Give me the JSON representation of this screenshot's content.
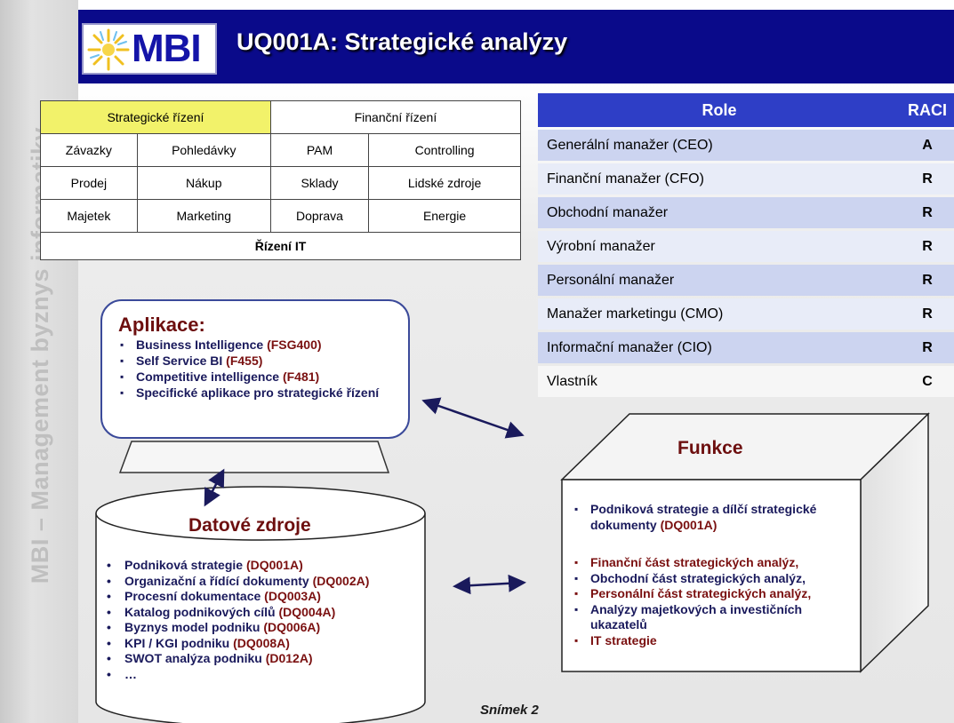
{
  "header": {
    "logo_text": "MBI",
    "title": "UQ001A: Strategické analýzy"
  },
  "sidebar": {
    "vertical_text": "MBI – Management byznys informatiky"
  },
  "process_table": {
    "row1": [
      "Strategické řízení",
      "Finanční řízení"
    ],
    "row2": [
      "Závazky",
      "Pohledávky",
      "PAM",
      "Controlling"
    ],
    "row3": [
      "Prodej",
      "Nákup",
      "Sklady",
      "Lidské zdroje"
    ],
    "row4": [
      "Majetek",
      "Marketing",
      "Doprava",
      "Energie"
    ],
    "row5": [
      "Řízení IT"
    ]
  },
  "raci": {
    "headers": [
      "Role",
      "RACI"
    ],
    "rows": [
      {
        "role": "Generální manažer (CEO)",
        "value": "A"
      },
      {
        "role": "Finanční manažer (CFO)",
        "value": "R"
      },
      {
        "role": "Obchodní manažer",
        "value": "R"
      },
      {
        "role": "Výrobní manažer",
        "value": "R"
      },
      {
        "role": "Personální manažer",
        "value": "R"
      },
      {
        "role": "Manažer marketingu (CMO)",
        "value": "R"
      },
      {
        "role": "Informační manažer (CIO)",
        "value": "R"
      },
      {
        "role": "Vlastník",
        "value": "C"
      }
    ]
  },
  "aplikace": {
    "title": "Aplikace:",
    "items": [
      {
        "text": "Business Intelligence ",
        "code": "(FSG400)"
      },
      {
        "text": "Self Service BI ",
        "code": "(F455)"
      },
      {
        "text": "Competitive intelligence ",
        "code": "(F481)"
      },
      {
        "text": "Specifické aplikace pro strategické řízení",
        "code": ""
      }
    ]
  },
  "datove_zdroje": {
    "title": "Datové zdroje",
    "items": [
      {
        "text": "Podniková strategie ",
        "code": "(DQ001A)"
      },
      {
        "text": "Organizační a řídící dokumenty ",
        "code": "(DQ002A)"
      },
      {
        "text": "Procesní dokumentace ",
        "code": "(DQ003A)"
      },
      {
        "text": "Katalog podnikových cílů ",
        "code": "(DQ004A)"
      },
      {
        "text": "Byznys model podniku ",
        "code": "(DQ006A)"
      },
      {
        "text": "KPI / KGI podniku ",
        "code": "(DQ008A)"
      },
      {
        "text": "SWOT analýza podniku ",
        "code": "(D012A)"
      },
      {
        "text": "…",
        "code": ""
      }
    ]
  },
  "funkce": {
    "title": "Funkce",
    "item1": {
      "text": "Podniková strategie a dílčí strategické dokumenty ",
      "code": "(DQ001A)"
    },
    "items": [
      {
        "text": "Finanční část strategických analýz,",
        "color": "red"
      },
      {
        "text": "Obchodní část strategických analýz,",
        "color": "blue"
      },
      {
        "text": "Personální část strategických analýz,",
        "color": "red"
      },
      {
        "text": "Analýzy majetkových a investičních ukazatelů",
        "color": "blue"
      },
      {
        "text": "IT strategie",
        "color": "red"
      }
    ]
  },
  "footer": {
    "slide_label": "Snímek 2"
  },
  "colors": {
    "header_bg": "#0a0a8a",
    "highlight": "#f2f26a",
    "raci_header": "#2e3ec6",
    "code_red": "#7a1010",
    "text_blue": "#1a1a5c"
  }
}
